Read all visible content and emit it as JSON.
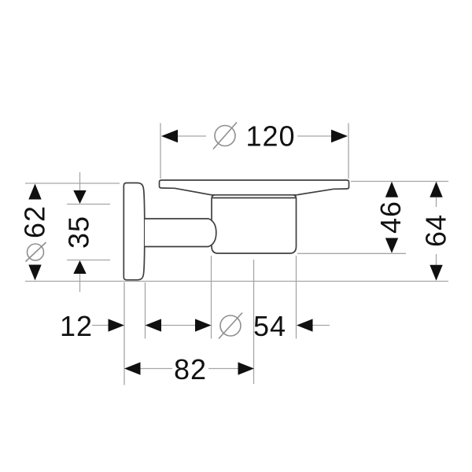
{
  "drawing": {
    "description": "Side-view technical dimension drawing of a wall-mounted soap dish holder",
    "dimensions": {
      "dish_diameter": {
        "symbol": "Ø",
        "value": "120"
      },
      "plate_diameter": {
        "symbol": "Ø",
        "value": "62"
      },
      "arm_offset": {
        "value": "35"
      },
      "holder_height": {
        "value": "46"
      },
      "overall_height": {
        "value": "64"
      },
      "plate_depth": {
        "value": "12"
      },
      "holder_diameter": {
        "symbol": "Ø",
        "value": "54"
      },
      "wall_to_center_depth": {
        "value": "82"
      }
    },
    "colors": {
      "background": "#ffffff",
      "outline": "#3f3f3f",
      "dimension_lines": "#a6a6a6",
      "labels_and_arrows": "#111111",
      "diameter_symbol": "#8f8f8f"
    }
  }
}
